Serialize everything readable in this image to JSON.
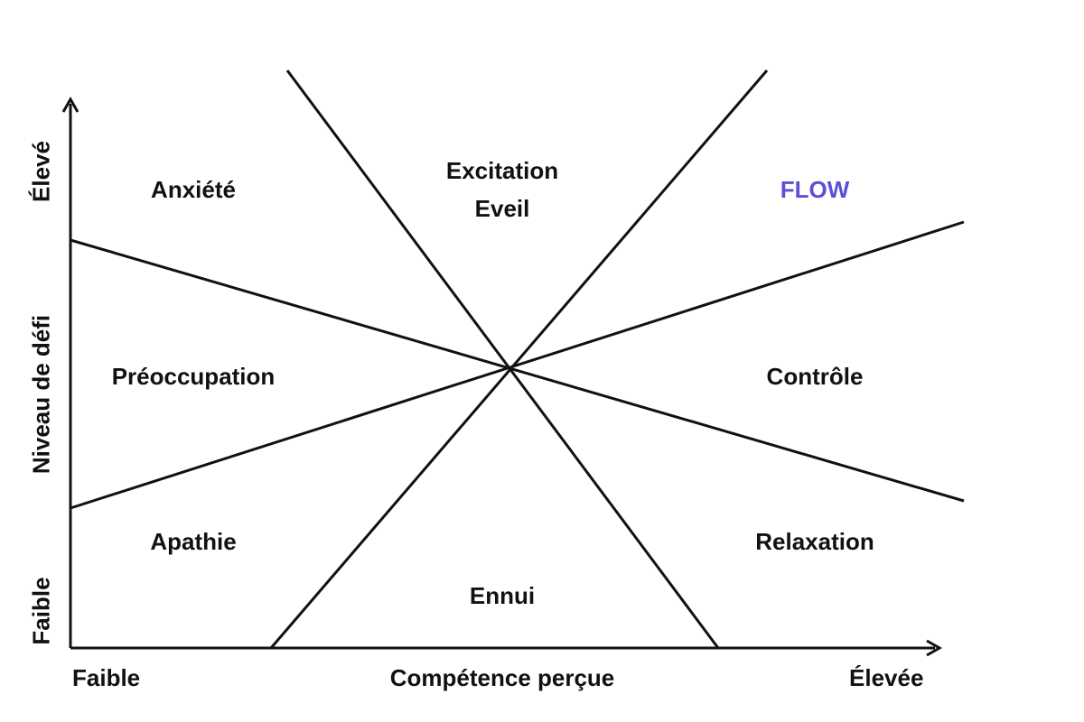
{
  "colors": {
    "line": "#111111",
    "text": "#111111",
    "flow": "#5b4fd6",
    "background": "#ffffff"
  },
  "axes": {
    "x_label": "Compétence perçue",
    "x_low": "Faible",
    "x_high": "Élevée",
    "y_label": "Niveau de défi",
    "y_low": "Faible",
    "y_high": "Élevé"
  },
  "regions": {
    "anxiety": "Anxiété",
    "arousal_line1": "Excitation",
    "arousal_line2": "Eveil",
    "flow": "FLOW",
    "worry": "Préoccupation",
    "control": "Contrôle",
    "apathy": "Apathie",
    "relaxation": "Relaxation",
    "boredom": "Ennui"
  }
}
